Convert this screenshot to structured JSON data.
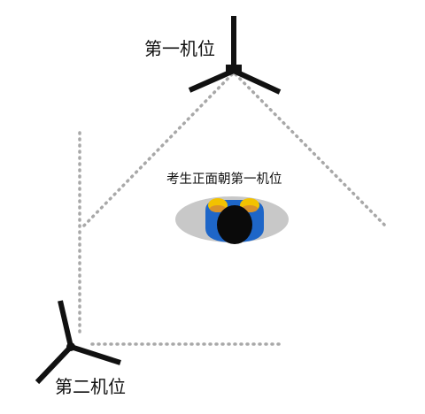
{
  "diagram": {
    "camera_1_label": "第一机位",
    "camera_2_label": "第二机位",
    "candidate_label": "考生正面朝第一机位"
  },
  "colors": {
    "boundary_dots": "#a8a8a8",
    "tripod": "#111111",
    "shadow": "#c8c8c8",
    "head": "#0a0a0a",
    "shirt": "#1e66c8",
    "shoulder_yellow": "#f2c200",
    "shoulder_orange": "#d9922a"
  }
}
